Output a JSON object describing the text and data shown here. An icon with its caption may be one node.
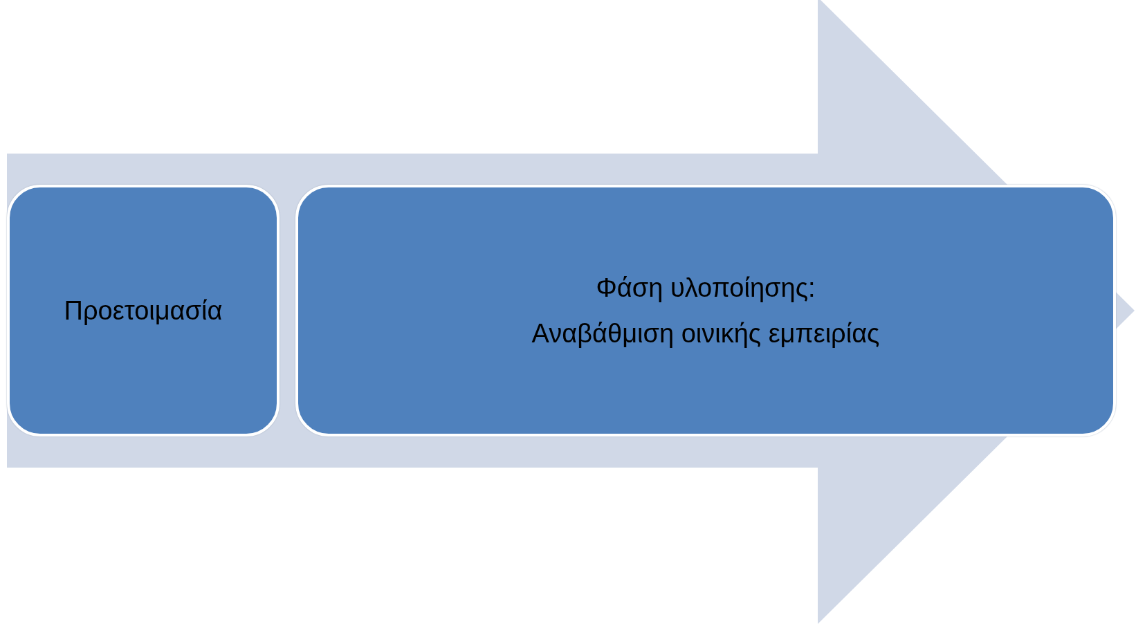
{
  "diagram": {
    "nodes": [
      {
        "text": [
          "Προετοιμασία"
        ]
      },
      {
        "text": [
          "Φάση υλοποίησης:",
          "Αναβάθμιση οινικής εμπειρίας"
        ]
      }
    ],
    "edges": [
      {
        "from": 0,
        "to": 1,
        "arrow": "to",
        "style": "thick"
      }
    ]
  }
}
